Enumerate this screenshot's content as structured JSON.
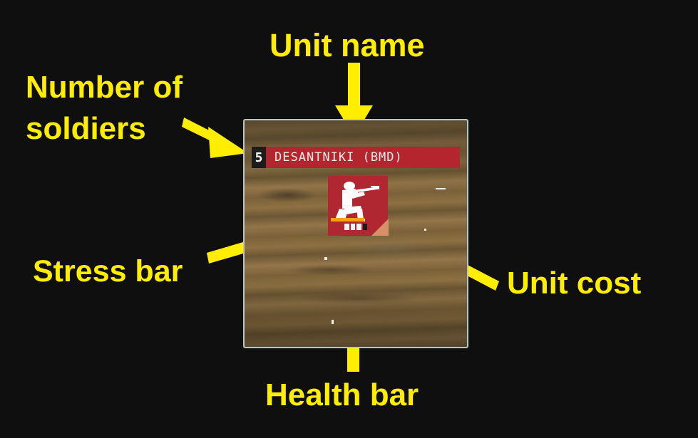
{
  "annotations": {
    "unit_name": "Unit name",
    "number_of_soldiers_line1": "Number of",
    "number_of_soldiers_line2": "soldiers",
    "stress_bar": "Stress bar",
    "unit_cost": "Unit cost",
    "health_bar": "Health bar"
  },
  "unit_card": {
    "soldier_count": "5",
    "unit_name": "DESANTNIKI (BMD)",
    "icon": "kneeling-rifleman-icon",
    "stress_level": 0.9,
    "health_segments": [
      "full",
      "full",
      "full",
      "empty"
    ]
  },
  "colors": {
    "annotation": "#ffee00",
    "background": "#0f0f0f",
    "name_banner": "#b4252d",
    "icon_box": "#b12731",
    "stress_bar": "#f0a21a",
    "cost_marker": "#d8906a",
    "card_border": "#b9c6c6"
  }
}
